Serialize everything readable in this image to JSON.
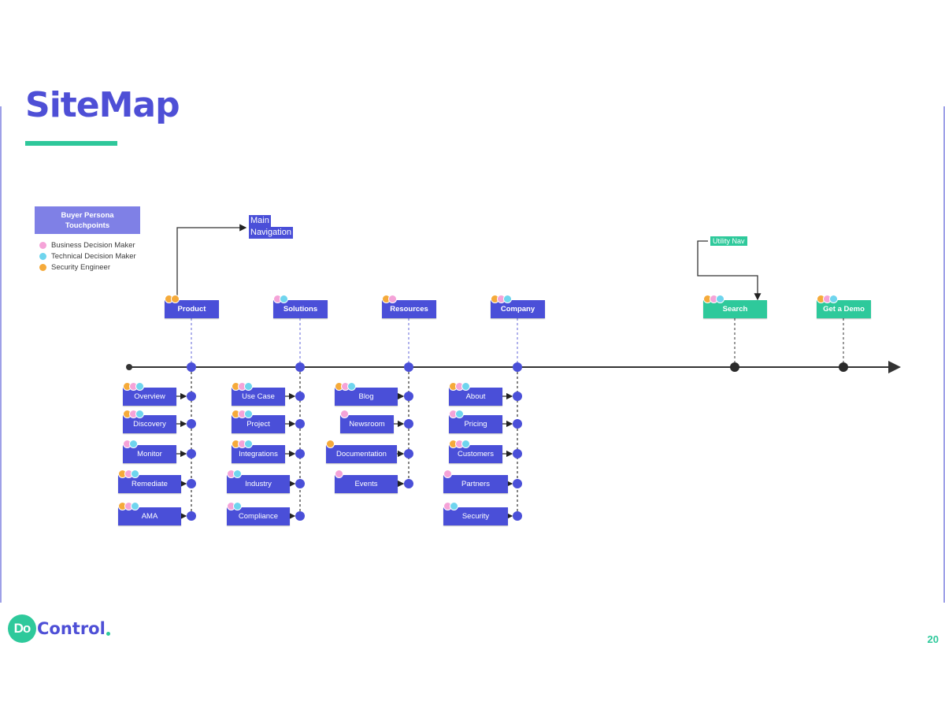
{
  "title": "SiteMap",
  "legend": {
    "title_line1": "Buyer Persona",
    "title_line2": "Touchpoints",
    "items": [
      {
        "label": "Business Decision Maker",
        "color": "#f5a3d8"
      },
      {
        "label": "Technical Decision Maker",
        "color": "#6fd5ee"
      },
      {
        "label": "Security Engineer",
        "color": "#f5aa3a"
      }
    ]
  },
  "annotations": {
    "main_nav_line1": "Main",
    "main_nav_line2": "Navigation",
    "utility_nav": "Utility Nav"
  },
  "colors": {
    "primary": "#4a4fd8",
    "accent": "#2ec99b",
    "business": "#f5a3d8",
    "technical": "#6fd5ee",
    "security": "#f5aa3a"
  },
  "main_nav": [
    {
      "label": "Product",
      "personas": [
        "security",
        "security"
      ],
      "children": [
        {
          "label": "Overview",
          "personas": [
            "security",
            "business",
            "technical"
          ]
        },
        {
          "label": "Discovery",
          "personas": [
            "security",
            "business",
            "technical"
          ]
        },
        {
          "label": "Monitor",
          "personas": [
            "business",
            "technical"
          ]
        },
        {
          "label": "Remediate",
          "personas": [
            "security",
            "business",
            "technical"
          ]
        },
        {
          "label": "AMA",
          "personas": [
            "security",
            "business",
            "technical"
          ]
        }
      ]
    },
    {
      "label": "Solutions",
      "personas": [
        "business",
        "technical"
      ],
      "children": [
        {
          "label": "Use Case",
          "personas": [
            "security",
            "business",
            "technical"
          ]
        },
        {
          "label": "Project",
          "personas": [
            "security",
            "business",
            "technical"
          ]
        },
        {
          "label": "Integrations",
          "personas": [
            "security",
            "business",
            "technical"
          ]
        },
        {
          "label": "Industry",
          "personas": [
            "business",
            "technical"
          ]
        },
        {
          "label": "Compliance",
          "personas": [
            "business",
            "technical"
          ]
        }
      ]
    },
    {
      "label": "Resources",
      "personas": [
        "security",
        "business"
      ],
      "children": [
        {
          "label": "Blog",
          "personas": [
            "security",
            "business",
            "technical"
          ]
        },
        {
          "label": "Newsroom",
          "personas": [
            "business"
          ]
        },
        {
          "label": "Documentation",
          "personas": [
            "security"
          ]
        },
        {
          "label": "Events",
          "personas": [
            "business"
          ]
        }
      ]
    },
    {
      "label": "Company",
      "personas": [
        "security",
        "business",
        "technical"
      ],
      "children": [
        {
          "label": "About",
          "personas": [
            "security",
            "business",
            "technical"
          ]
        },
        {
          "label": "Pricing",
          "personas": [
            "business",
            "technical"
          ]
        },
        {
          "label": "Customers",
          "personas": [
            "security",
            "business",
            "technical"
          ]
        },
        {
          "label": "Partners",
          "personas": [
            "business"
          ]
        },
        {
          "label": "Security",
          "personas": [
            "business",
            "technical"
          ]
        }
      ]
    }
  ],
  "utility_nav": [
    {
      "label": "Search",
      "personas": [
        "security",
        "business",
        "technical"
      ]
    },
    {
      "label": "Get a Demo",
      "personas": [
        "security",
        "business",
        "technical"
      ]
    }
  ],
  "logo": {
    "mark": "Do",
    "text": "Control"
  },
  "page_number": "20"
}
